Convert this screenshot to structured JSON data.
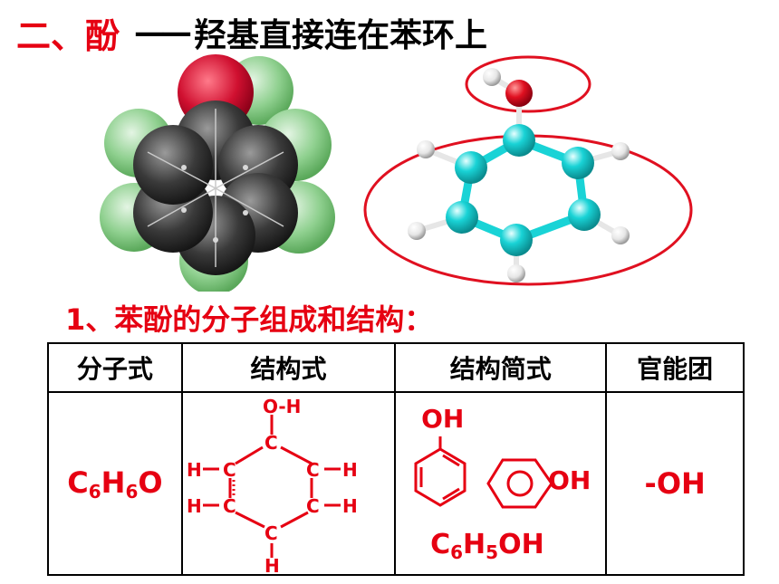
{
  "title": {
    "red": "二、酚",
    "dash": "——",
    "black": "羟基直接连在苯环上"
  },
  "section": {
    "heading": "1、苯酚的分子组成和结构："
  },
  "table": {
    "headers": [
      "分子式",
      "结构式",
      "结构简式",
      "官能团"
    ],
    "molecular_formula": {
      "c": "C",
      "c_sub": "6",
      "h": "H",
      "h_sub": "6",
      "o": "O"
    },
    "structural": {
      "oh": "O-H",
      "c": "C",
      "h": "H",
      "h_left": "H",
      "h_right": "H"
    },
    "simplified": {
      "oh_top": "OH",
      "oh_right": "OH",
      "formula": {
        "c": "C",
        "c_sub": "6",
        "h": "H",
        "h_sub": "5",
        "oh": "OH"
      }
    },
    "functional_group": "-OH"
  },
  "colors": {
    "accent_red": "#e60012",
    "carbon_cyan": "#19d3d6",
    "oxygen_red": "#e01020",
    "hydrogen_white": "#f2f2f2",
    "carbon_dark": "#3a3a3a",
    "hydrogen_green": "#8fd08f"
  }
}
